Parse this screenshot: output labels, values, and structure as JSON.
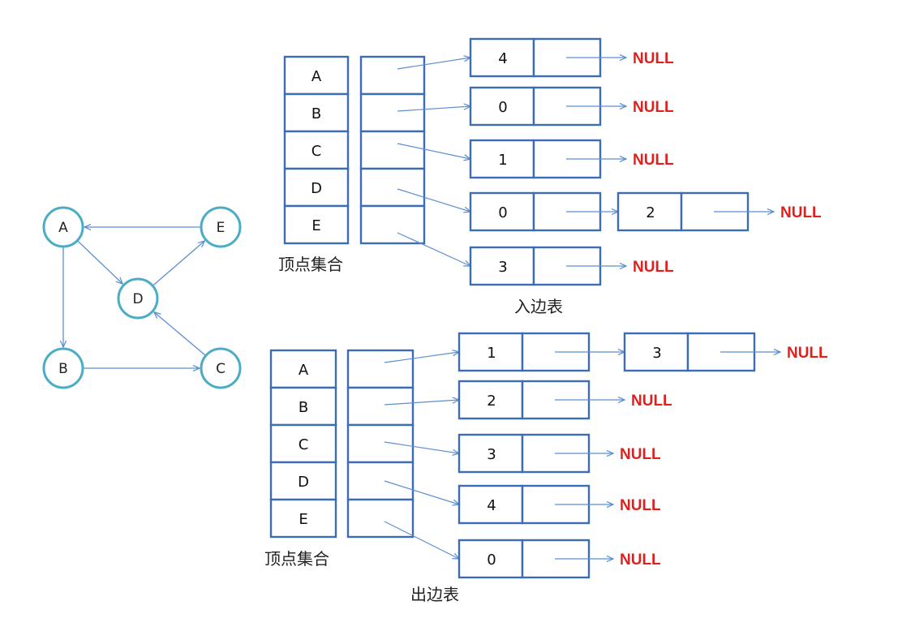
{
  "graph": {
    "nodes": [
      "A",
      "B",
      "C",
      "D",
      "E"
    ],
    "edges": [
      {
        "from": "A",
        "to": "B"
      },
      {
        "from": "A",
        "to": "D"
      },
      {
        "from": "B",
        "to": "C"
      },
      {
        "from": "C",
        "to": "D"
      },
      {
        "from": "D",
        "to": "E"
      },
      {
        "from": "E",
        "to": "A"
      }
    ]
  },
  "in_table": {
    "caption": "入边表",
    "vertex_caption": "顶点集合",
    "vertices": [
      "A",
      "B",
      "C",
      "D",
      "E"
    ],
    "lists": [
      [
        "4"
      ],
      [
        "0"
      ],
      [
        "1"
      ],
      [
        "0",
        "2"
      ],
      [
        "3"
      ]
    ],
    "null_label": "NULL"
  },
  "out_table": {
    "caption": "出边表",
    "vertex_caption": "顶点集合",
    "vertices": [
      "A",
      "B",
      "C",
      "D",
      "E"
    ],
    "lists": [
      [
        "1",
        "3"
      ],
      [
        "2"
      ],
      [
        "3"
      ],
      [
        "4"
      ],
      [
        "0"
      ]
    ],
    "null_label": "NULL"
  },
  "colors": {
    "node_stroke": "#4bacc6",
    "box_stroke": "#3c6cb8",
    "arrow": "#5b8fd0",
    "null": "#e0201d"
  }
}
